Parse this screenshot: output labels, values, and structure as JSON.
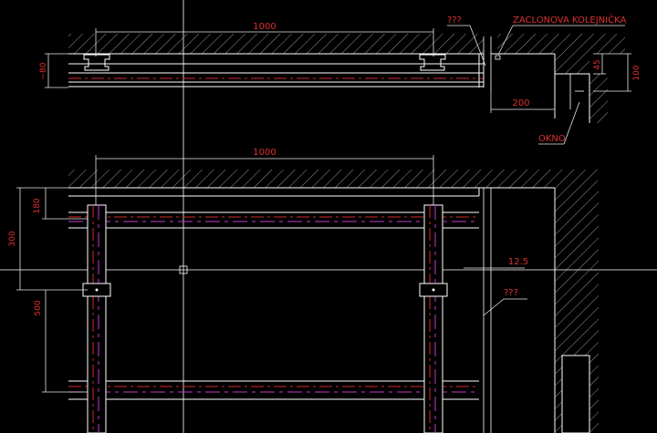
{
  "drawing": {
    "background_color": "#000000",
    "colors": {
      "walls": "#ffffff",
      "hatch": "#bdbdbd",
      "dimension": "#e8e8e8",
      "dimension_text": "#e03030",
      "annotation_text": "#e03030",
      "centerline_red": "#d22a2a",
      "centerline_magenta": "#c03ac8",
      "crosshair": "#ffffff"
    },
    "labels": {
      "zaclonova": "ZACLONOVA KOLEJNIČKA",
      "unknown_top": "???",
      "unknown_right": "???",
      "okno": "OKNO"
    },
    "dimensions": {
      "top_width": "1000",
      "top_left": "~80",
      "top_right_a": "45",
      "top_right_b": "100",
      "top_right_width": "200",
      "plan_width": "1000",
      "plan_180": "180",
      "plan_300": "300",
      "plan_500": "500",
      "plan_12_5": "12.5"
    }
  }
}
